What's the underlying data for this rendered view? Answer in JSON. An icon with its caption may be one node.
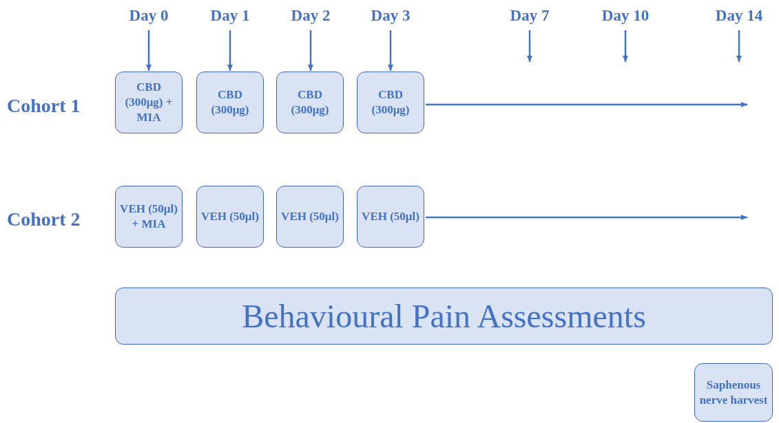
{
  "diagram": {
    "nodes": [
      {
        "text": [
          "Day 0"
        ]
      },
      {
        "text": [
          "Day 1"
        ]
      },
      {
        "text": [
          "Day 2"
        ]
      },
      {
        "text": [
          "Day 3"
        ]
      },
      {
        "text": [
          "Day 7"
        ]
      },
      {
        "text": [
          "Day 10"
        ]
      },
      {
        "text": [
          "Day 14"
        ]
      },
      {
        "text": [
          "CBD (300μg) + MIA"
        ]
      },
      {
        "text": [
          "CBD (300μg)"
        ]
      },
      {
        "text": [
          "CBD (300μg)"
        ]
      },
      {
        "text": [
          "CBD (300μg)"
        ]
      },
      {
        "text": [
          "VEH (50μl) + MIA"
        ]
      },
      {
        "text": [
          "VEH (50μl)"
        ]
      },
      {
        "text": [
          "VEH (50μl)"
        ]
      },
      {
        "text": [
          "VEH (50μl)"
        ]
      },
      {
        "text": [
          "Behavioural Pain Assessments"
        ]
      },
      {
        "text": [
          "Saphenous nerve harvest"
        ]
      }
    ],
    "edges": [
      {
        "from": 0,
        "to": 7,
        "arrow": "to"
      },
      {
        "from": 1,
        "to": 8,
        "arrow": "to"
      },
      {
        "from": 2,
        "to": 9,
        "arrow": "to"
      },
      {
        "from": 3,
        "to": 10,
        "arrow": "to"
      },
      {
        "from": 4,
        "to": null,
        "arrow": "to"
      },
      {
        "from": 5,
        "to": null,
        "arrow": "to"
      },
      {
        "from": 6,
        "to": null,
        "arrow": "to"
      },
      {
        "from": 10,
        "to": null,
        "arrow": "to"
      },
      {
        "from": 14,
        "to": null,
        "arrow": "to"
      }
    ],
    "labels": [
      "Cohort 1",
      "Cohort 2"
    ]
  }
}
